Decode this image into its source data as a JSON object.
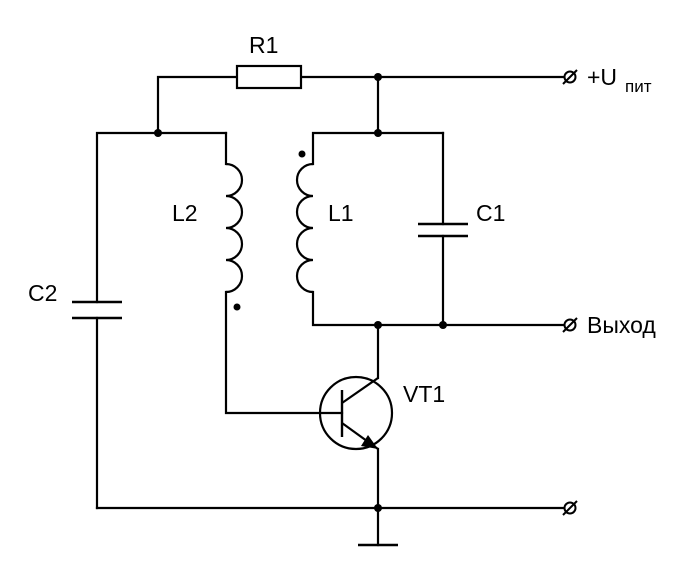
{
  "labels": {
    "r1": "R1",
    "l1": "L1",
    "l2": "L2",
    "c1": "C1",
    "c2": "C2",
    "vt1": "VT1",
    "supply_main": "+U",
    "supply_sub": "пит",
    "output": "Выход",
    "terminal_symbol": "⌀"
  }
}
